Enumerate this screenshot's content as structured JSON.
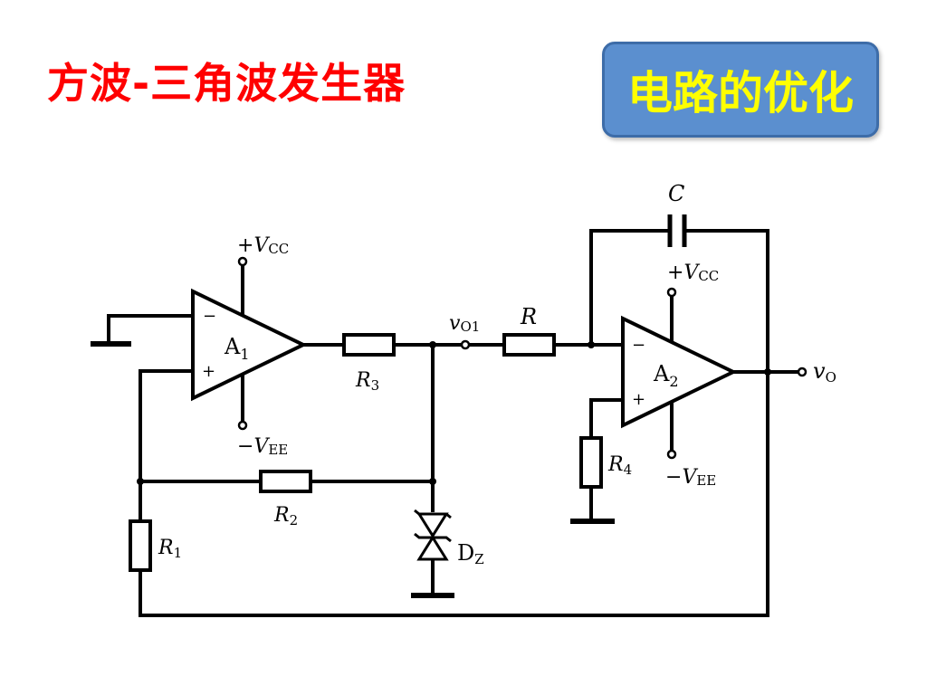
{
  "slide": {
    "title": "方波-三角波发生器",
    "optimize_button": "电路的优化"
  },
  "circuit": {
    "opamp1": {
      "name": "A",
      "sub": "1",
      "minus": "−",
      "plus": "+"
    },
    "opamp2": {
      "name": "A",
      "sub": "2",
      "minus": "−",
      "plus": "+"
    },
    "vcc1": {
      "pre": "+",
      "v": "V",
      "sub": "CC"
    },
    "vee1": {
      "pre": "−",
      "v": "V",
      "sub": "EE"
    },
    "vcc2": {
      "pre": "+",
      "v": "V",
      "sub": "CC"
    },
    "vee2": {
      "pre": "−",
      "v": "V",
      "sub": "EE"
    },
    "r1": {
      "r": "R",
      "sub": "1"
    },
    "r2": {
      "r": "R",
      "sub": "2"
    },
    "r3": {
      "r": "R",
      "sub": "3"
    },
    "r4": {
      "r": "R",
      "sub": "4"
    },
    "r": "R",
    "c": "C",
    "dz": {
      "d": "D",
      "sub": "Z"
    },
    "vo1": {
      "v": "v",
      "sub": "O1"
    },
    "vo": {
      "v": "v",
      "sub": "O"
    }
  },
  "colors": {
    "title": "#ff0000",
    "button_fill": "#5b8fcf",
    "button_text": "#ffff00"
  }
}
